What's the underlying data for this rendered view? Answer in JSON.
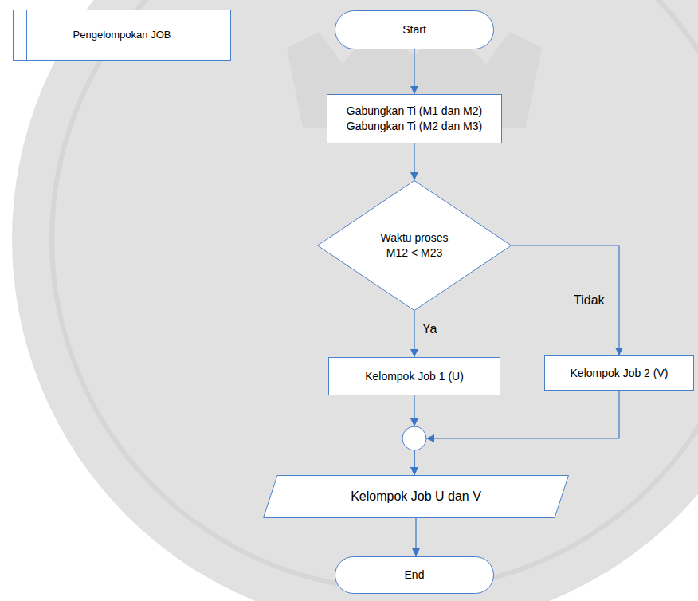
{
  "diagram": {
    "nodes": [
      {
        "text": [
          "Pengelompokan JOB"
        ]
      },
      {
        "text": [
          "Start"
        ]
      },
      {
        "text": [
          "Gabungkan Ti (M1 dan M2)",
          "Gabungkan Ti (M2 dan M3)"
        ]
      },
      {
        "text": [
          "Waktu proses M12 < M23"
        ]
      },
      {
        "text": [
          "Kelompok Job 1 (U)"
        ]
      },
      {
        "text": [
          "Kelompok Job 2 (V)"
        ]
      },
      {
        "text": [
          "Kelompok Job U dan V"
        ]
      },
      {
        "text": [
          "End"
        ]
      }
    ],
    "edges": [
      {
        "from": 1,
        "to": 2,
        "arrow": "to"
      },
      {
        "from": 2,
        "to": 3,
        "arrow": "to"
      },
      {
        "from": 3,
        "to": 4,
        "label": "Ya",
        "arrow": "to"
      },
      {
        "from": 3,
        "to": 5,
        "label": "Tidak",
        "arrow": "to"
      },
      {
        "from": 4,
        "to": 6,
        "arrow": "to"
      },
      {
        "from": 5,
        "to": 6,
        "arrow": "to"
      },
      {
        "from": 6,
        "to": 7,
        "arrow": "to"
      }
    ]
  }
}
